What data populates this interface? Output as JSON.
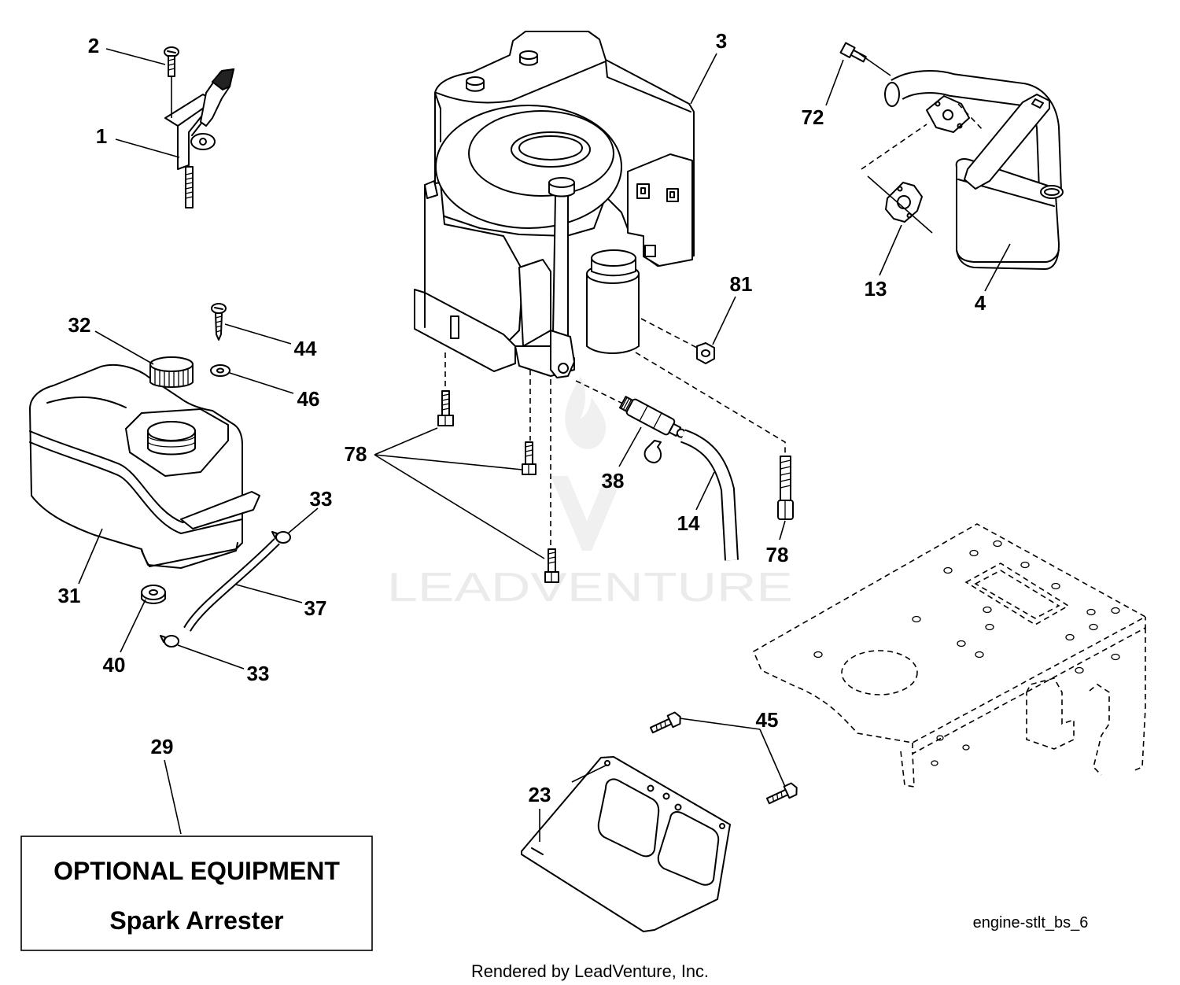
{
  "diagram": {
    "id_label": "engine-stlt_bs_6",
    "callouts": [
      "2",
      "1",
      "3",
      "72",
      "13",
      "4",
      "81",
      "32",
      "44",
      "46",
      "78",
      "38",
      "14",
      "78",
      "33",
      "37",
      "31",
      "40",
      "33",
      "29",
      "45",
      "23"
    ]
  },
  "optional_equipment": {
    "heading": "OPTIONAL EQUIPMENT",
    "item": "Spark Arrester"
  },
  "watermark": "LEADVENTURE",
  "footer": "Rendered by LeadVenture, Inc."
}
